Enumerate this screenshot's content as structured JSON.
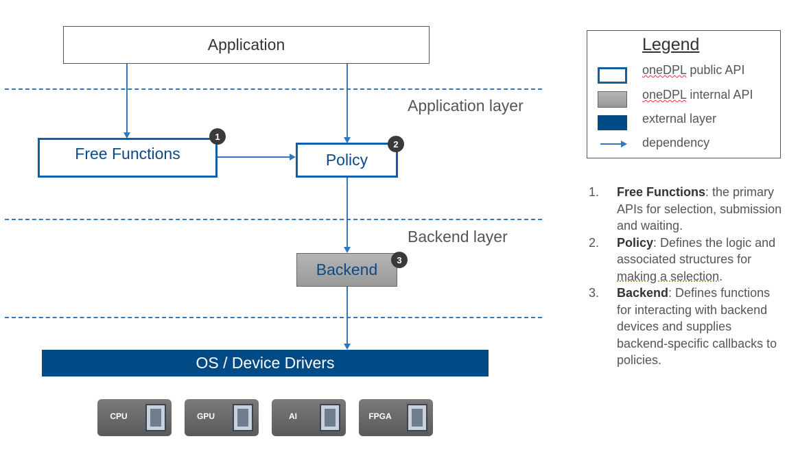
{
  "diagram": {
    "application": "Application",
    "free_functions": "Free Functions",
    "policy": "Policy",
    "backend": "Backend",
    "os_drivers": "OS / Device Drivers",
    "badges": [
      "1",
      "2",
      "3"
    ],
    "layers": {
      "application": "Application layer",
      "backend": "Backend layer"
    },
    "hardware": [
      "CPU",
      "GPU",
      "AI",
      "FPGA"
    ]
  },
  "legend": {
    "title": "Legend",
    "items": [
      {
        "prefix": "oneDPL",
        "text": " public API"
      },
      {
        "prefix": "oneDPL",
        "text": " internal API"
      },
      {
        "prefix": "",
        "text": "external layer"
      },
      {
        "prefix": "",
        "text": "dependency"
      }
    ]
  },
  "notes": [
    {
      "num": "1.",
      "term": "Free Functions",
      "text": ": the primary APIs for selection, submission and waiting."
    },
    {
      "num": "2.",
      "term": "Policy",
      "text": ": Defines the logic and associated structures for ",
      "underlined": "making a selection",
      "tail": "."
    },
    {
      "num": "3.",
      "term": "Backend",
      "text": ": Defines functions for interacting with backend devices and supplies backend-specific callbacks to policies."
    }
  ],
  "colors": {
    "public_border": "#0f5fa8",
    "external_fill": "#004a86",
    "arrow": "#2e78bf",
    "internal_fill": "#a8a8a8"
  }
}
